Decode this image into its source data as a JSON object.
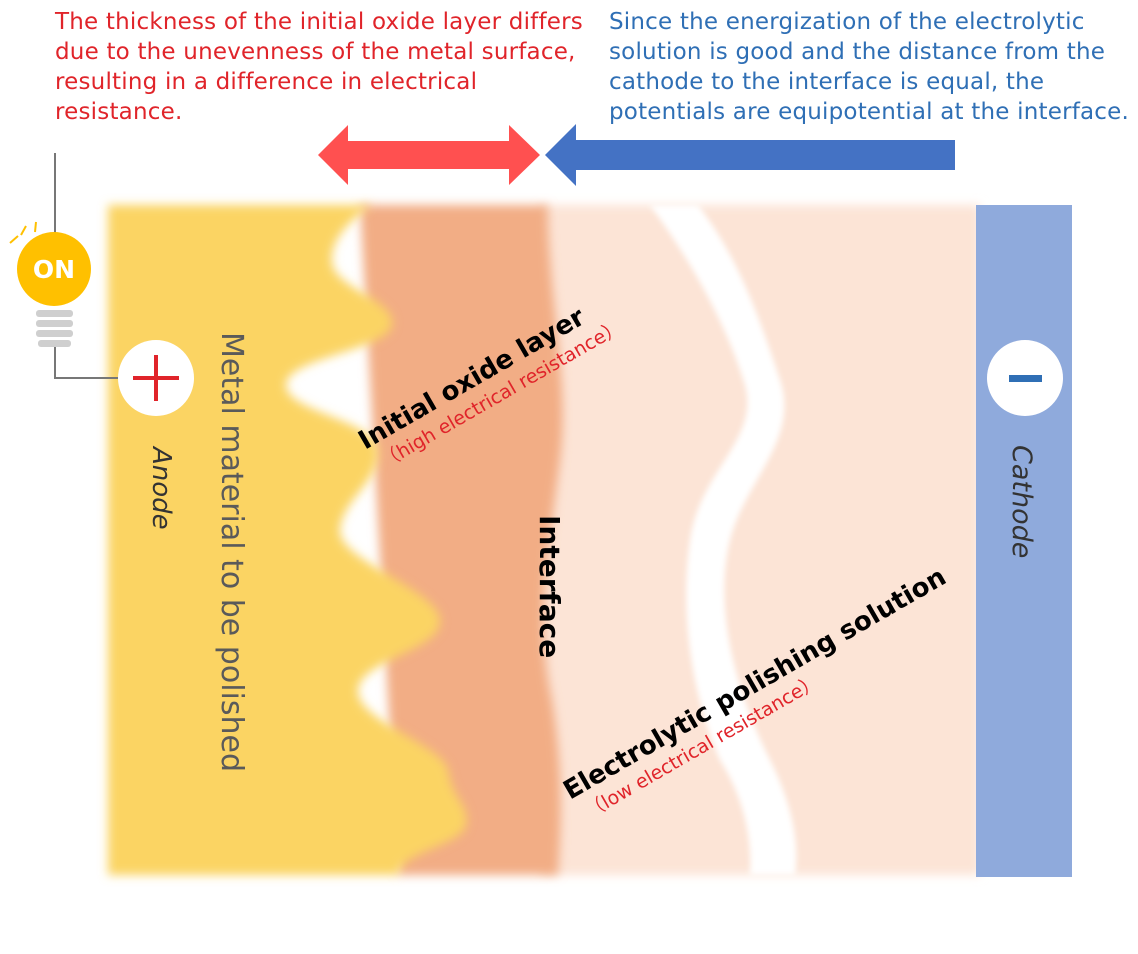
{
  "notes": {
    "left": [
      "The thickness of the initial oxide layer differs",
      "due to the unevenness of the metal surface,",
      "resulting in a difference in electrical",
      "resistance."
    ],
    "right": [
      "Since the energization of the electrolytic",
      "solution is good and the distance from the",
      "cathode to the interface is equal, the",
      "potentials are equipotential at the interface."
    ]
  },
  "bulb": {
    "label": "ON"
  },
  "anode": {
    "symbol": "+",
    "label": "Anode"
  },
  "cathode": {
    "symbol": "−",
    "label": "Cathode"
  },
  "metal": {
    "label": "Metal material to be polished"
  },
  "oxide": {
    "label": "Initial oxide layer",
    "sublabel": "（high electrical resistance）"
  },
  "interface": {
    "label": "Interface"
  },
  "solution": {
    "label": "Electrolytic polishing solution",
    "sublabel": "（low electrical resistance）"
  },
  "colors": {
    "metal": "#fbd464",
    "oxide": "#f2ad85",
    "solution": "#fce4d6",
    "cathode": "#8faadc",
    "bulb": "#ffc000",
    "note_left": "#e0242a",
    "note_right": "#2f6fb5",
    "arrow_red": "#ff5050",
    "arrow_blue": "#4472c4"
  }
}
